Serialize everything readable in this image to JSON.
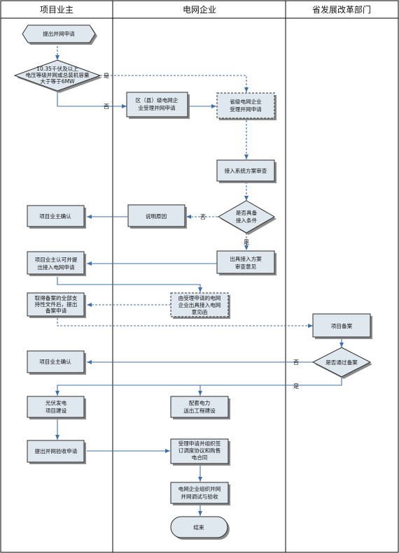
{
  "lanes": [
    "项目业主",
    "电网企业",
    "省发展改革部门"
  ],
  "nodes": {
    "n1": "提出并网申请",
    "n2": [
      "10.35千伏及以上",
      "电压等级并网或总装机容量",
      "大于等于6MW"
    ],
    "n3": [
      "区（县）级电网企",
      "业受理并网申请"
    ],
    "n4": [
      "省级电网企业",
      "受理并网申请"
    ],
    "n5": "接入系统方案审查",
    "n6": [
      "是否具备",
      "接入条件"
    ],
    "n7": "说明原因",
    "n8": "项目业主确认",
    "n9": [
      "出具接入方案",
      "审查意见"
    ],
    "n10": [
      "项目业主认可并提",
      "出接入电网申请"
    ],
    "n11": [
      "取得备案的全部支",
      "持性文件后，提出",
      "备案申请"
    ],
    "n12": [
      "由受理申请的电网",
      "企业出具接入电网",
      "意见函"
    ],
    "n13": "项目备案",
    "n14": "是否通过备案",
    "n15": "项目业主确认",
    "n16": [
      "光伏发电",
      "项目建设"
    ],
    "n17": [
      "配套电力",
      "送出工程建设"
    ],
    "n18": "提出并网验收申请",
    "n19": [
      "受理申请并组织签",
      "订调度协议和购售",
      "电合同"
    ],
    "n20": [
      "电网企业组织并网",
      "并网调试与验收"
    ],
    "n21": "结束"
  },
  "labels": {
    "yes1": "是",
    "no1": "否",
    "no2": "否",
    "yes2": "是",
    "no3": "否",
    "yes3": "是"
  }
}
